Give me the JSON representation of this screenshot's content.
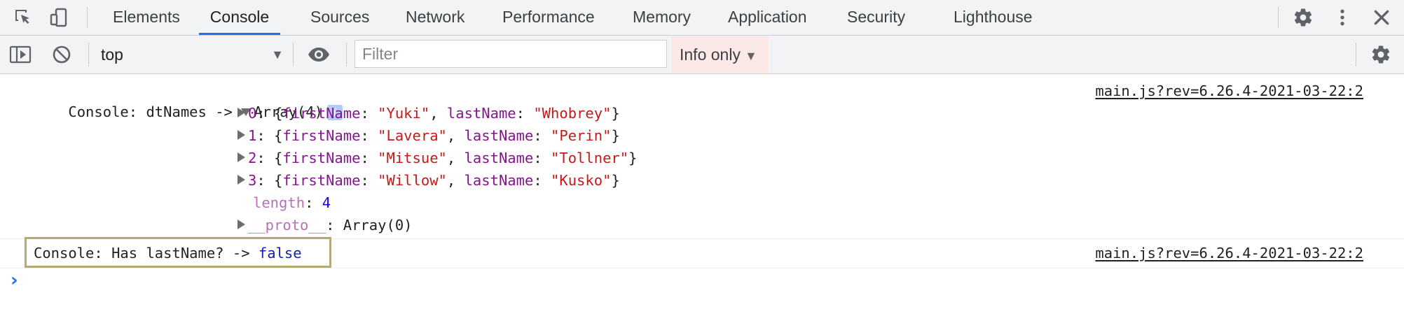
{
  "tabs": [
    {
      "label": "Elements",
      "active": false
    },
    {
      "label": "Console",
      "active": true
    },
    {
      "label": "Sources",
      "active": false
    },
    {
      "label": "Network",
      "active": false
    },
    {
      "label": "Performance",
      "active": false
    },
    {
      "label": "Memory",
      "active": false
    },
    {
      "label": "Application",
      "active": false
    },
    {
      "label": "Security",
      "active": false
    },
    {
      "label": "Lighthouse",
      "active": false
    }
  ],
  "toolbar": {
    "context": "top",
    "filter_placeholder": "Filter",
    "filter_value": "",
    "levels": "Info only"
  },
  "console": {
    "msg1": {
      "prefix": "Console: dtNames -> ",
      "type": "Array(4)",
      "source": "main.js?rev=6.26.4-2021-03-22:2",
      "items": [
        {
          "index": "0",
          "first": "\"Yuki\"",
          "last": "\"Whobrey\""
        },
        {
          "index": "1",
          "first": "\"Lavera\"",
          "last": "\"Perin\""
        },
        {
          "index": "2",
          "first": "\"Mitsue\"",
          "last": "\"Tollner\""
        },
        {
          "index": "3",
          "first": "\"Willow\"",
          "last": "\"Kusko\""
        }
      ],
      "length_key": "length",
      "length_value": "4",
      "proto_key": "__proto__",
      "proto_value": "Array(0)"
    },
    "msg2": {
      "text": "Console: Has lastName? -> ",
      "value": "false",
      "source": "main.js?rev=6.26.4-2021-03-22:2"
    },
    "prompt": "›"
  },
  "colors": {
    "accent": "#1a73e8",
    "key": "#881391",
    "string": "#c41a16",
    "number": "#1c00cf",
    "boolean": "#0d22aa",
    "highlight": "#b5a87a"
  }
}
